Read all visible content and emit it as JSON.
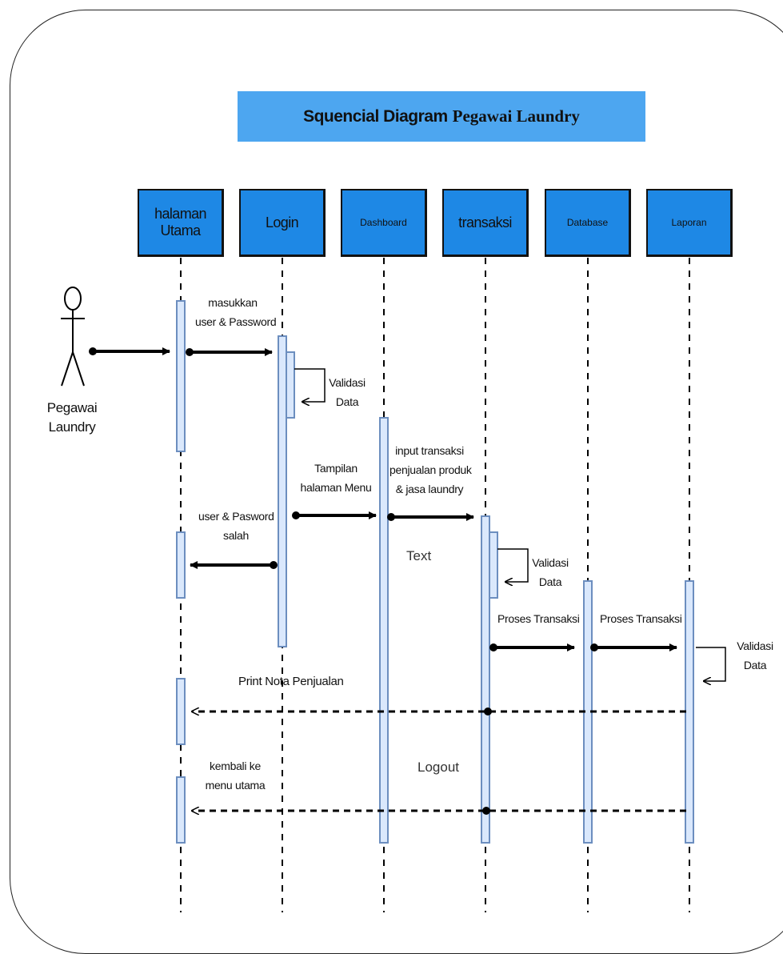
{
  "title": {
    "part1": "Squencial Diagram",
    "part2": "Pegawai Laundry"
  },
  "actor": {
    "name_line1": "Pegawai",
    "name_line2": "Laundry"
  },
  "lifelines": [
    {
      "id": "halaman-utama",
      "label": "halaman Utama"
    },
    {
      "id": "login",
      "label": "Login"
    },
    {
      "id": "dashboard",
      "label": "Dashboard"
    },
    {
      "id": "transaksi",
      "label": "transaksi"
    },
    {
      "id": "database",
      "label": "Database"
    },
    {
      "id": "laporan",
      "label": "Laporan"
    }
  ],
  "messages": {
    "masukkan_1": "masukkan",
    "masukkan_2": "user & Password",
    "validasi_login_1": "Validasi",
    "validasi_login_2": "Data",
    "tampilan_1": "Tampilan",
    "tampilan_2": "halaman Menu",
    "input_1": "input transaksi",
    "input_2": "penjualan produk",
    "input_3": "& jasa laundry",
    "salah_1": "user & Pasword",
    "salah_2": "salah",
    "text_note": "Text",
    "validasi_trans_1": "Validasi",
    "validasi_trans_2": "Data",
    "proses_1": "Proses Transaksi",
    "proses_2": "Proses Transaksi",
    "validasi_lap_1": "Validasi",
    "validasi_lap_2": "Data",
    "print_nota": "Print Nota Penjualan",
    "logout": "Logout",
    "kembali_1": "kembali ke",
    "kembali_2": "menu utama"
  },
  "colors": {
    "title_fill": "#4da6f0",
    "lifeline_fill": "#1e88e5",
    "activation_fill": "#dae8fc",
    "activation_stroke": "#6c8ebf"
  }
}
